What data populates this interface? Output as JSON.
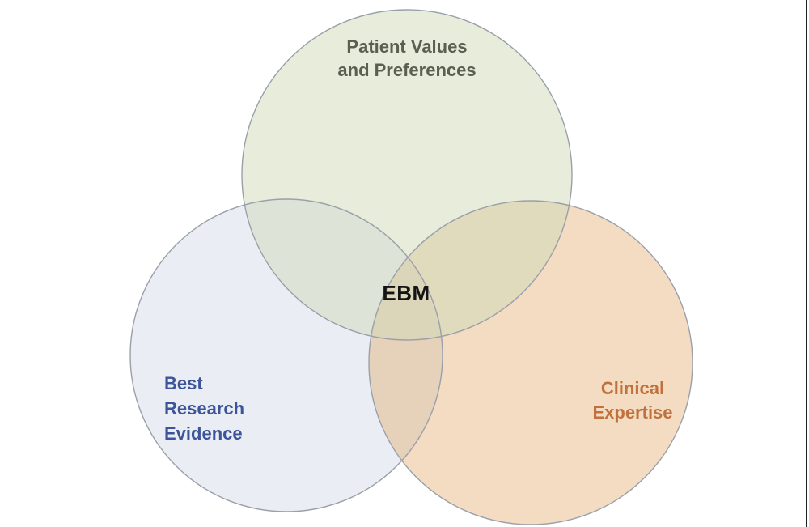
{
  "diagram": {
    "background": "#ffffff",
    "outline_color": "#9aa0a9",
    "center": {
      "label": "EBM",
      "color": "#141414"
    },
    "circles": {
      "top": {
        "title": "Patient Values and Preferences",
        "lines": [
          "Patient Values",
          "and Preferences"
        ],
        "fill": "rgba(207,217,183,0.5)",
        "label_color": "#59604f"
      },
      "left": {
        "title": "Best Research Evidence",
        "lines": [
          "Best",
          "Research",
          "Evidence"
        ],
        "fill": "rgba(143,156,195,0.18)",
        "label_color": "#3c5499"
      },
      "right": {
        "title": "Clinical Expertise",
        "lines": [
          "Clinical",
          "Expertise"
        ],
        "fill": "rgba(224,164,95,0.38)",
        "label_color": "#c0713c"
      }
    },
    "window_edge_color": "#1f1f1f"
  }
}
